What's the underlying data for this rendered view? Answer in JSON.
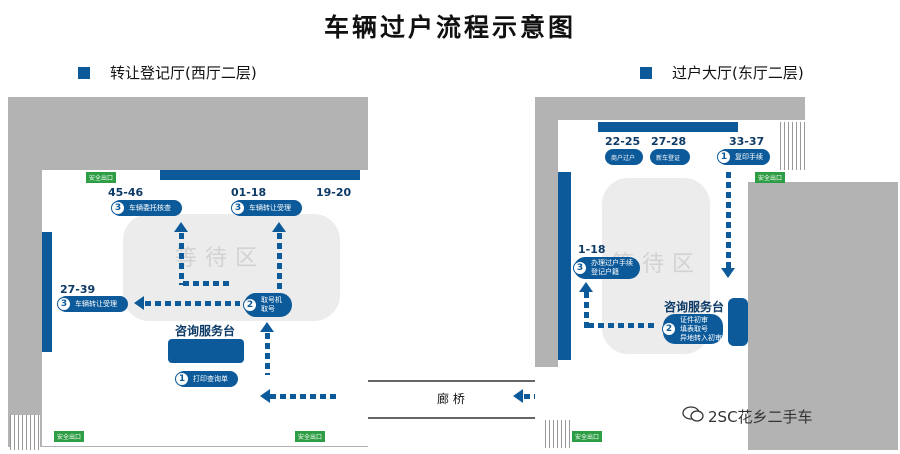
{
  "title": "车辆过户流程示意图",
  "legend": {
    "left": "转让登记厅(西厅二层)",
    "right": "过户大厅(东厅二层)"
  },
  "waiting_area": "等待区",
  "corridor": "廊 桥",
  "exit_label": "安全出口",
  "west": {
    "counters": [
      "45-46",
      "01-18",
      "19-20",
      "27-39"
    ],
    "steps": [
      {
        "n": "3",
        "label": "车辆委托核查"
      },
      {
        "n": "3",
        "label": "车辆转让受理"
      },
      {
        "n": "3",
        "label": "车辆转让受理"
      },
      {
        "n": "2",
        "label": "取号机\n取号"
      },
      {
        "n": "1",
        "label": "打印查询单"
      }
    ],
    "desk": "咨询服务台"
  },
  "east": {
    "counters": [
      "22-25",
      "27-28",
      "33-37",
      "1-18"
    ],
    "counter_labels": [
      "商户过户",
      "新车登证"
    ],
    "steps": [
      {
        "n": "1",
        "label": "复印手续"
      },
      {
        "n": "3",
        "label": "办理过户手续\n登记户籍"
      },
      {
        "n": "2",
        "label": "证件初审\n填表取号\n异地转入初审"
      }
    ],
    "desk": "咨询服务台"
  },
  "watermark": "2SC花乡二手车",
  "colors": {
    "accent": "#0d5a9a",
    "exit": "#2e9e44",
    "wall": "#b3b3b3",
    "waiting": "#ececec"
  }
}
